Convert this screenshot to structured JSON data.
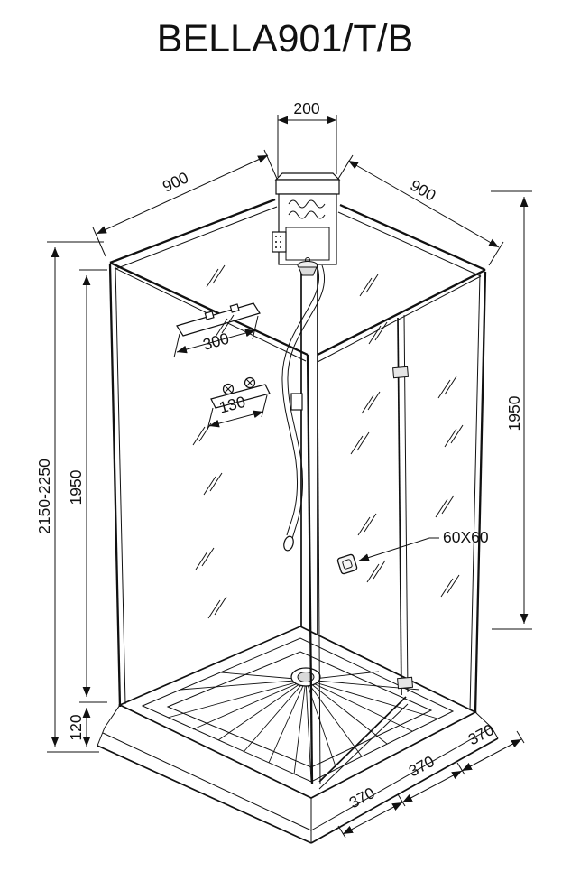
{
  "title": "BELLA901/T/B",
  "drawing": {
    "kind": "shower-cabin-technical-drawing",
    "dims": {
      "top_width": "200",
      "top_edge_left": "900",
      "top_edge_right": "900",
      "shelf_width": "300",
      "mixer_width": "130",
      "inner_height_left": "1950",
      "overall_height_range": "2150-2250",
      "panel_height_right": "1950",
      "handle_size": "60X60",
      "tray_height": "120",
      "tray_segment_1": "370",
      "tray_segment_2": "370",
      "tray_segment_3": "370"
    }
  }
}
